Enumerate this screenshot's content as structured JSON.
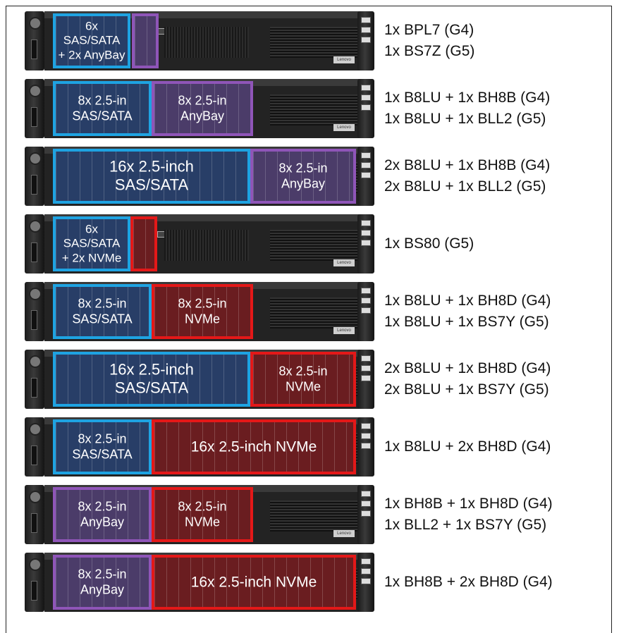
{
  "configs": [
    {
      "label_a": "6x SAS/SATA\n+ 2x AnyBay",
      "label_b": "",
      "parts": [
        "1x BPL7 (G4)",
        "1x BS7Z (G5)"
      ]
    },
    {
      "label_a": "8x 2.5-in\nSAS/SATA",
      "label_b": "8x 2.5-in\nAnyBay",
      "parts": [
        "1x B8LU + 1x BH8B (G4)",
        "1x B8LU + 1x BLL2 (G5)"
      ]
    },
    {
      "label_a": "16x 2.5-inch\nSAS/SATA",
      "label_b": "8x 2.5-in\nAnyBay",
      "parts": [
        "2x B8LU + 1x BH8B (G4)",
        "2x B8LU + 1x BLL2 (G5)"
      ]
    },
    {
      "label_a": "6x SAS/SATA\n+ 2x NVMe",
      "label_b": "",
      "parts": [
        "1x BS80 (G5)"
      ]
    },
    {
      "label_a": "8x 2.5-in\nSAS/SATA",
      "label_b": "8x 2.5-in\nNVMe",
      "parts": [
        "1x B8LU + 1x BH8D (G4)",
        "1x B8LU + 1x BS7Y (G5)"
      ]
    },
    {
      "label_a": "16x 2.5-inch\nSAS/SATA",
      "label_b": "8x 2.5-in\nNVMe",
      "parts": [
        "2x B8LU + 1x BH8D (G4)",
        "2x B8LU + 1x BS7Y (G5)"
      ]
    },
    {
      "label_a": "8x 2.5-in\nSAS/SATA",
      "label_b": "16x 2.5-inch NVMe",
      "parts": [
        "1x B8LU + 2x BH8D (G4)"
      ]
    },
    {
      "label_a": "8x 2.5-in\nAnyBay",
      "label_b": "8x 2.5-in\nNVMe",
      "parts": [
        "1x BH8B + 1x BH8D (G4)",
        "1x BLL2 + 1x BS7Y (G5)"
      ]
    },
    {
      "label_a": "8x 2.5-in\nAnyBay",
      "label_b": "16x 2.5-inch NVMe",
      "parts": [
        "1x BH8B + 2x BH8D (G4)"
      ]
    }
  ],
  "chassis_logo": "Lenovo",
  "colors": {
    "sas_sata": "#1ea3e2",
    "anybay": "#8f55b8",
    "nvme": "#e41818"
  }
}
